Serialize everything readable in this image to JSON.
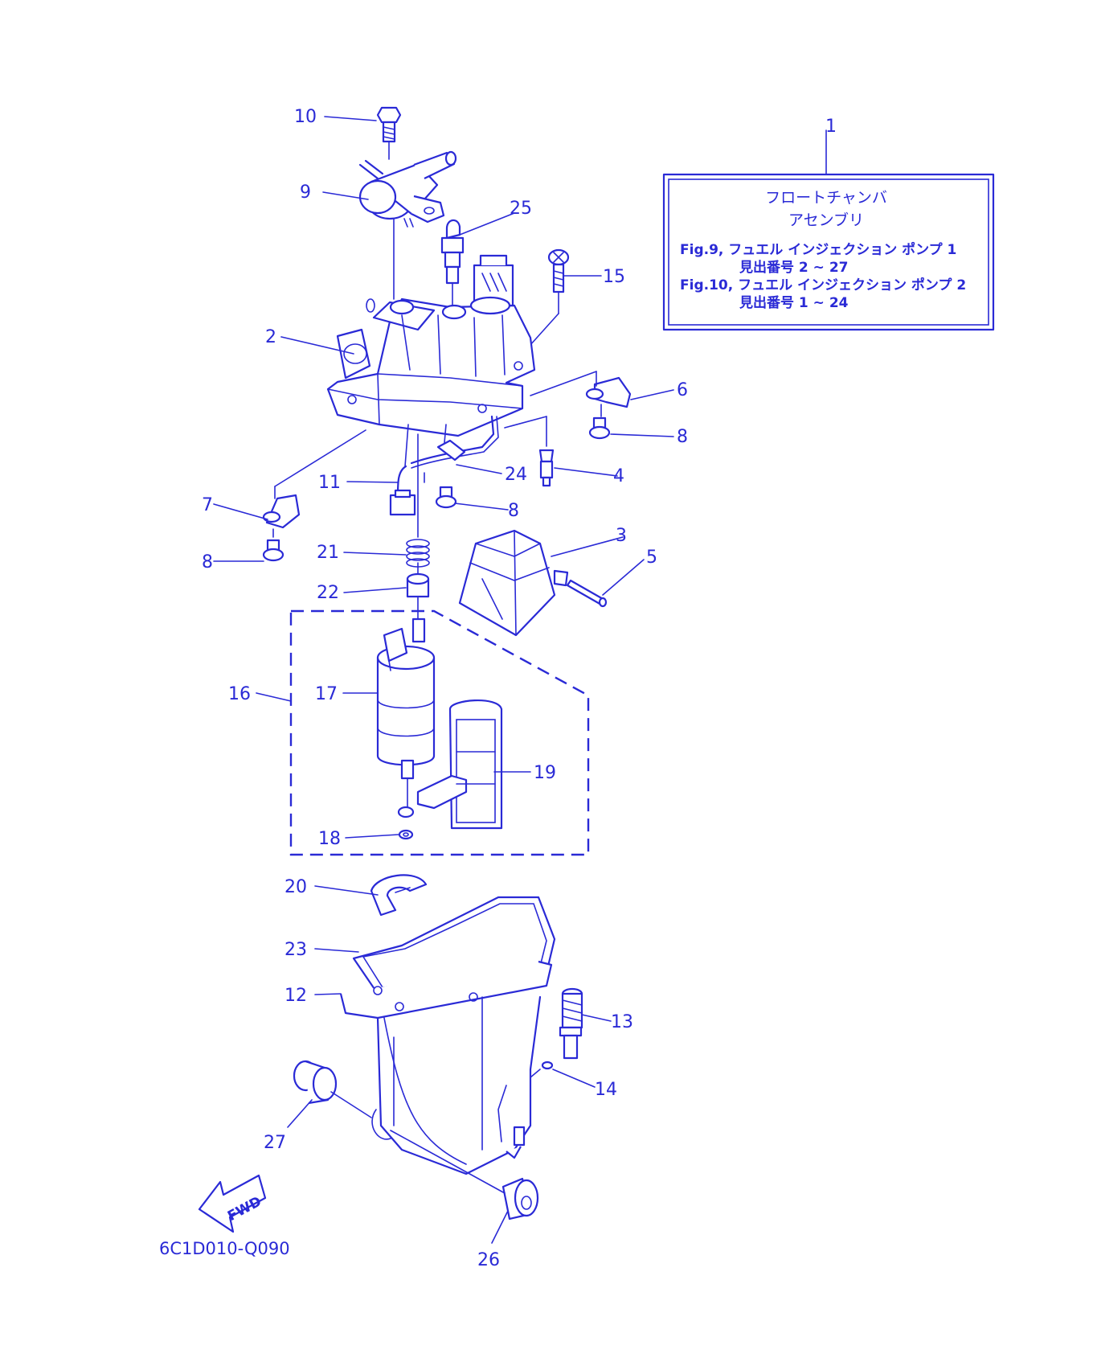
{
  "diagram_code": "6C1D010-Q090",
  "fwd_label": "FWD",
  "assembly_box": {
    "ref": "1",
    "title_line1": "フロートチャンバ",
    "title_line2": "アセンブリ",
    "line3": "Fig.9, フュエル インジェクション ポンプ 1",
    "line4": "見出番号 2 ~ 27",
    "line5": "Fig.10, フュエル インジェクション ポンプ 2",
    "line6": "見出番号 1 ~ 24"
  },
  "callouts": {
    "c2": "2",
    "c3": "3",
    "c4": "4",
    "c5": "5",
    "c6": "6",
    "c7": "7",
    "c8a": "8",
    "c8b": "8",
    "c8c": "8",
    "c9": "9",
    "c10": "10",
    "c11": "11",
    "c12": "12",
    "c13": "13",
    "c14": "14",
    "c15": "15",
    "c16": "16",
    "c17": "17",
    "c18": "18",
    "c19": "19",
    "c20": "20",
    "c21": "21",
    "c22": "22",
    "c23": "23",
    "c24": "24",
    "c25": "25",
    "c26": "26",
    "c27": "27"
  },
  "line_color": "#2a2ad6"
}
